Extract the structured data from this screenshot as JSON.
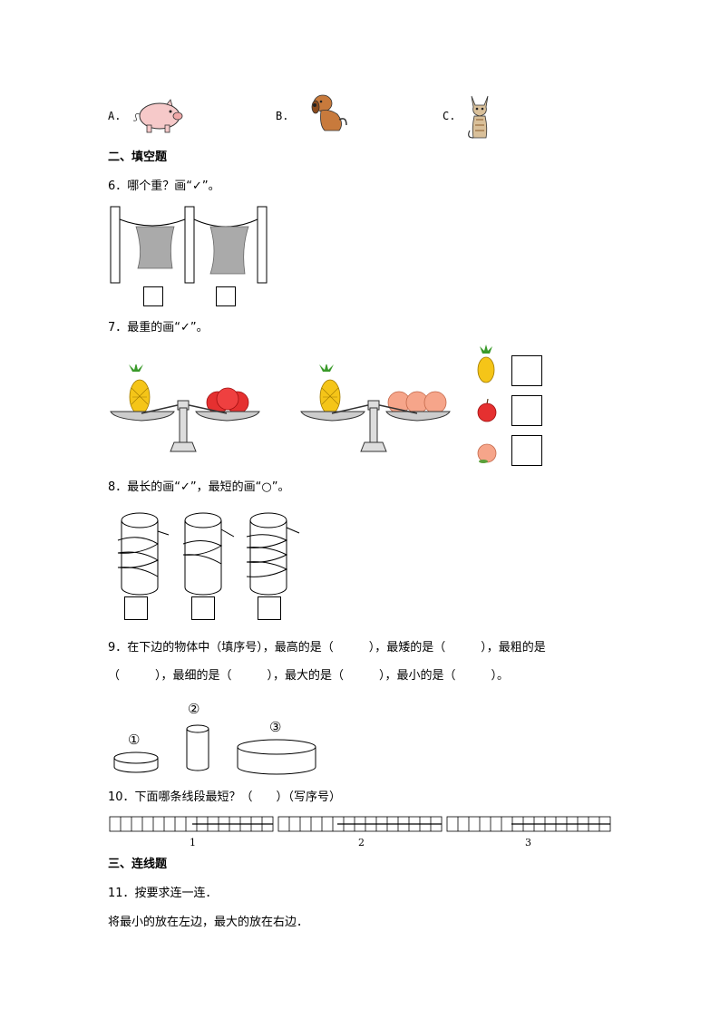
{
  "q5_options": [
    {
      "label": "A.",
      "animal": "pig"
    },
    {
      "label": "B.",
      "animal": "dog"
    },
    {
      "label": "C.",
      "animal": "cat"
    }
  ],
  "section2_title": "二、填空题",
  "q6": {
    "text": "6．哪个重？画“✓”。"
  },
  "q7": {
    "text": "7．最重的画“✓”。"
  },
  "q8": {
    "text": "8．最长的画“✓”，最短的画“○”。"
  },
  "q9": {
    "line1": "9．在下边的物体中（填序号），最高的是（　　　），最矮的是（　　　），最粗的是",
    "line2": "（　　　），最细的是（　　　），最大的是（　　　），最小的是（　　　）。",
    "labels": [
      "①",
      "②",
      "③"
    ]
  },
  "q10": {
    "text": "10．下面哪条线段最短？（　　）（写序号）",
    "labels": [
      "1",
      "2",
      "3"
    ]
  },
  "section3_title": "三、连线题",
  "q11": {
    "text": "11．按要求连一连．",
    "instruction": "将最小的放在左边，最大的放在右边．"
  },
  "colors": {
    "pig": "#f6c9c9",
    "dog": "#c87a3c",
    "pineapple": "#f5c518",
    "apple": "#e53030",
    "peach": "#f6a58a"
  }
}
